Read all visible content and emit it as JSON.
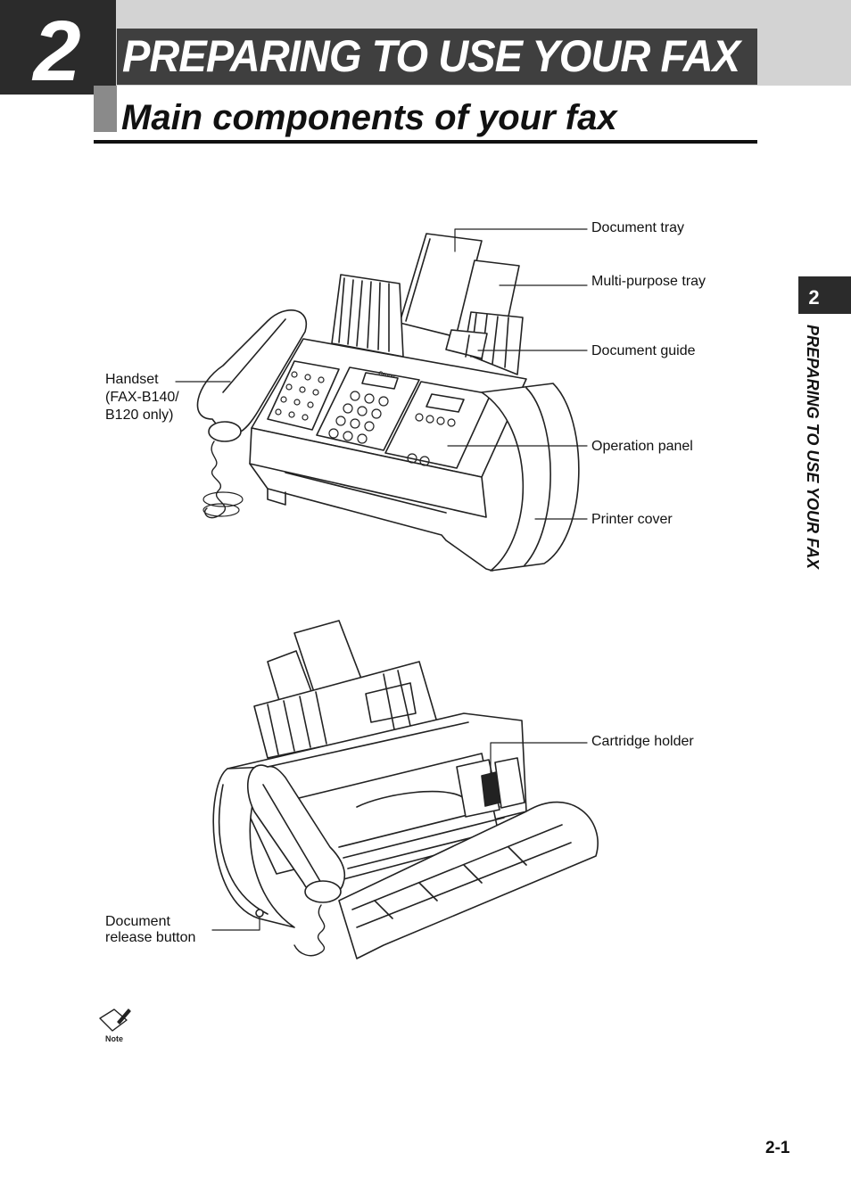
{
  "chapter": {
    "number": "2",
    "title": "PREPARING TO USE YOUR FAX"
  },
  "section": {
    "title": "Main components of your fax"
  },
  "side_tab": {
    "number": "2",
    "text": "PREPARING TO USE YOUR FAX"
  },
  "labels": {
    "document_tray": "Document tray",
    "multi_purpose_tray": "Multi-purpose tray",
    "document_guide": "Document guide",
    "handset": [
      "Handset",
      "(FAX-B140/",
      "B120 only)"
    ],
    "operation_panel": "Operation panel",
    "printer_cover": "Printer cover",
    "cartridge_holder": "Cartridge holder",
    "document_release_button": [
      "Document",
      "release button"
    ]
  },
  "illustration_brand": "Canon",
  "note": {
    "label": "Note"
  },
  "page_number": "2-1"
}
